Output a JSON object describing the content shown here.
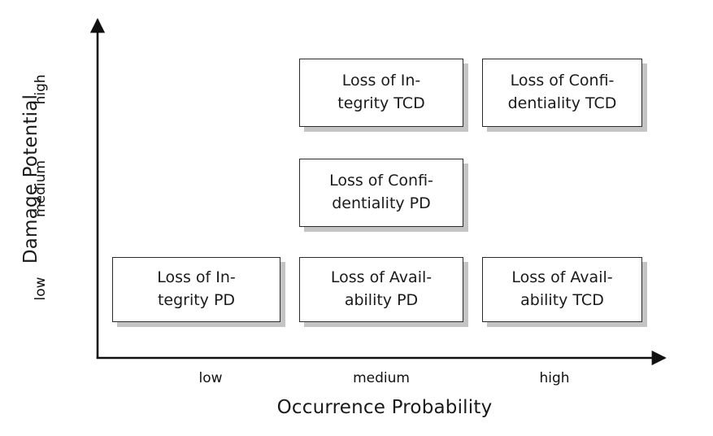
{
  "chart_data": {
    "type": "table",
    "title": "",
    "xlabel": "Occurrence Probability",
    "ylabel": "Damage Potential",
    "x_categories": [
      "low",
      "medium",
      "high"
    ],
    "y_categories": [
      "low",
      "medium",
      "high"
    ],
    "grid": false,
    "legend": "none",
    "cells": [
      {
        "x": "medium",
        "y": "high",
        "line1": "Loss of In-",
        "line2": "tegrity TCD",
        "label": "Loss of Integrity TCD"
      },
      {
        "x": "high",
        "y": "high",
        "line1": "Loss of Confi-",
        "line2": "dentiality TCD",
        "label": "Loss of Confidentiality TCD"
      },
      {
        "x": "medium",
        "y": "medium",
        "line1": "Loss of Confi-",
        "line2": "dentiality PD",
        "label": "Loss of Confidentiality PD"
      },
      {
        "x": "low",
        "y": "low",
        "line1": "Loss of In-",
        "line2": "tegrity PD",
        "label": "Loss of Integrity PD"
      },
      {
        "x": "medium",
        "y": "low",
        "line1": "Loss of Avail-",
        "line2": "ability PD",
        "label": "Loss of Availability PD"
      },
      {
        "x": "high",
        "y": "low",
        "line1": "Loss of Avail-",
        "line2": "ability TCD",
        "label": "Loss of Availability TCD"
      }
    ],
    "empty_cells": [
      {
        "x": "low",
        "y": "high"
      },
      {
        "x": "high",
        "y": "medium"
      },
      {
        "x": "low",
        "y": "medium"
      }
    ]
  },
  "axes": {
    "y_title": "Damage Potential",
    "x_title": "Occurrence Probability",
    "y_ticks": [
      "high",
      "medium",
      "low"
    ],
    "x_ticks": [
      "low",
      "medium",
      "high"
    ]
  },
  "colors": {
    "box_border": "#2b2b2b",
    "box_fill": "#ffffff",
    "box_shadow": "#c4c4c4",
    "axis": "#111111",
    "text": "#1a1a1a",
    "background": "#ffffff"
  }
}
